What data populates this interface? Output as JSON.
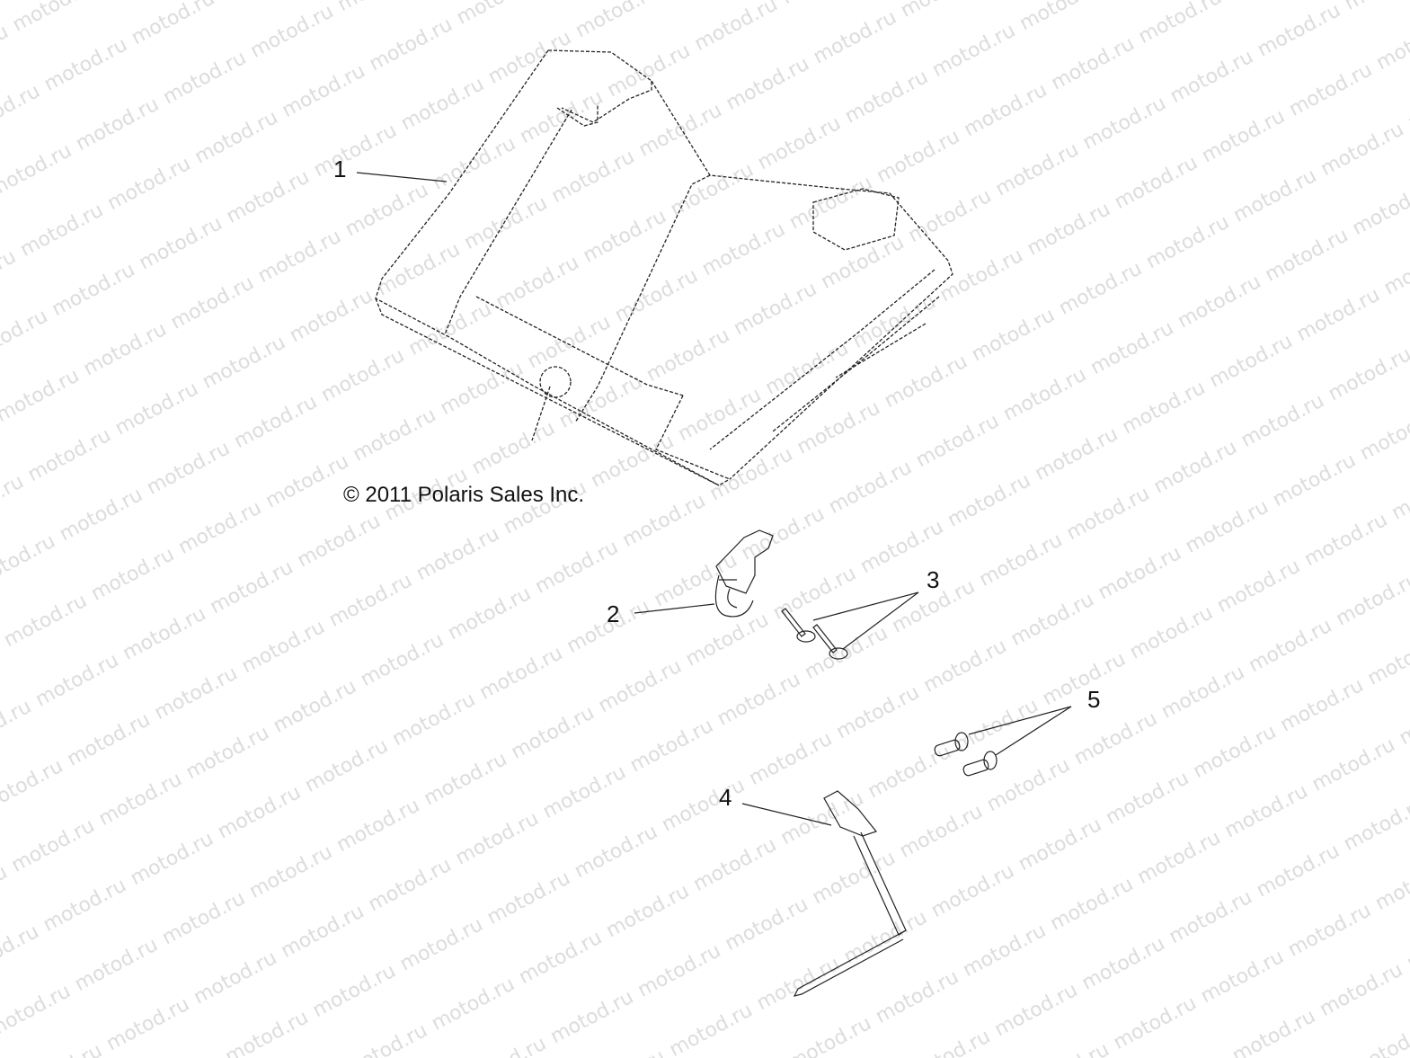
{
  "diagram": {
    "copyright": "© 2011 Polaris Sales Inc.",
    "watermark_text": "motod.ru",
    "colors": {
      "line": "#222222",
      "watermark": "#d9d9d9",
      "background": "#ffffff"
    },
    "callouts": [
      {
        "id": "1",
        "label": "1",
        "part": "hood-panel"
      },
      {
        "id": "2",
        "label": "2",
        "part": "hood-latch"
      },
      {
        "id": "3",
        "label": "3",
        "part": "screws"
      },
      {
        "id": "4",
        "label": "4",
        "part": "prop-rod"
      },
      {
        "id": "5",
        "label": "5",
        "part": "grommet-pins"
      }
    ]
  }
}
